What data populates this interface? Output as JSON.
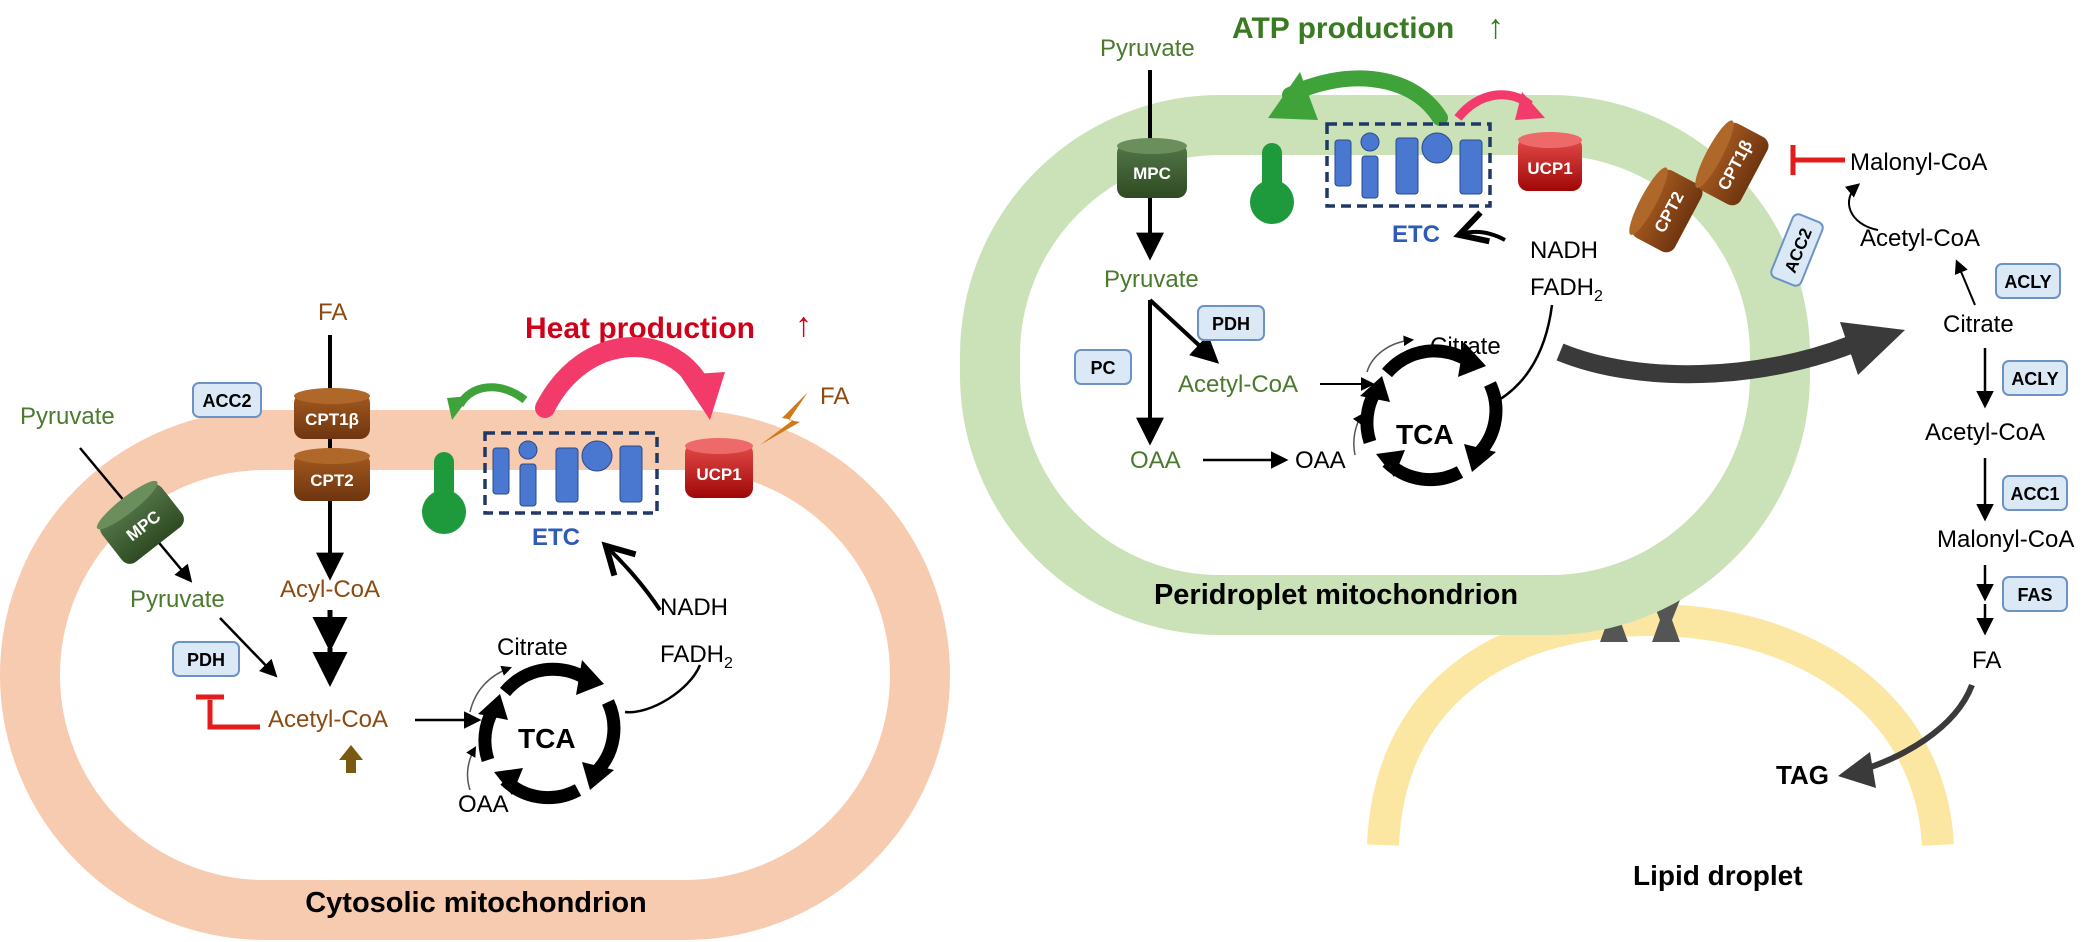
{
  "colors": {
    "cytosolic_membrane": "#f7cbb0",
    "peridroplet_membrane": "#cbe2b8",
    "lipid_droplet": "#fbe6a2",
    "green_text": "#4a7a2c",
    "brown_text": "#8b4a12",
    "blue_text": "#2f5bb8",
    "heat_red": "#d0021b",
    "atp_green": "#3a7a22",
    "enzyme_box_fill": "#dbe9f7",
    "enzyme_box_stroke": "#6d93c6",
    "cpt_brown": "#8b4513",
    "ucp_red": "#c40f0f",
    "mpc_green": "#3a5a2a",
    "etc_blue": "#4a78d0",
    "thermo_green": "#1e9a3c",
    "inhibit_red": "#e31b1b"
  },
  "left": {
    "title": "Cytosolic mitochondrion",
    "heat_label": "Heat production",
    "up_arrow": "↑",
    "fa_top": "FA",
    "fa_lightning": "FA",
    "acc2": "ACC2",
    "cpt1b": "CPT1β",
    "cpt2": "CPT2",
    "pyruvate_out": "Pyruvate",
    "mpc": "MPC",
    "pyruvate_in": "Pyruvate",
    "acyl_coa": "Acyl-CoA",
    "pdh": "PDH",
    "acetyl_coa": "Acetyl-CoA",
    "etc": "ETC",
    "ucp1": "UCP1",
    "nadh": "NADH",
    "fadh": "FADH",
    "fadh_sub": "2",
    "citrate": "Citrate",
    "tca": "TCA",
    "oaa": "OAA"
  },
  "right": {
    "title": "Peridroplet mitochondrion",
    "atp_label": "ATP production",
    "up_arrow": "↑",
    "pyruvate_out": "Pyruvate",
    "mpc": "MPC",
    "pyruvate_in": "Pyruvate",
    "pdh": "PDH",
    "pc": "PC",
    "acetyl_coa": "Acetyl-CoA",
    "oaa_left": "OAA",
    "oaa_right": "OAA",
    "etc": "ETC",
    "ucp1": "UCP1",
    "nadh": "NADH",
    "fadh": "FADH",
    "fadh_sub": "2",
    "citrate": "Citrate",
    "tca": "TCA",
    "cpt2": "CPT2",
    "cpt1b": "CPT1β",
    "acc2": "ACC2"
  },
  "cytosol": {
    "malonyl_coa_top": "Malonyl-CoA",
    "acetyl_coa_top": "Acetyl-CoA",
    "acly_1": "ACLY",
    "citrate": "Citrate",
    "acly_2": "ACLY",
    "acetyl_coa": "Acetyl-CoA",
    "acc1": "ACC1",
    "malonyl_coa": "Malonyl-CoA",
    "fas": "FAS",
    "fa": "FA",
    "tag": "TAG",
    "lipid_droplet": "Lipid droplet"
  }
}
